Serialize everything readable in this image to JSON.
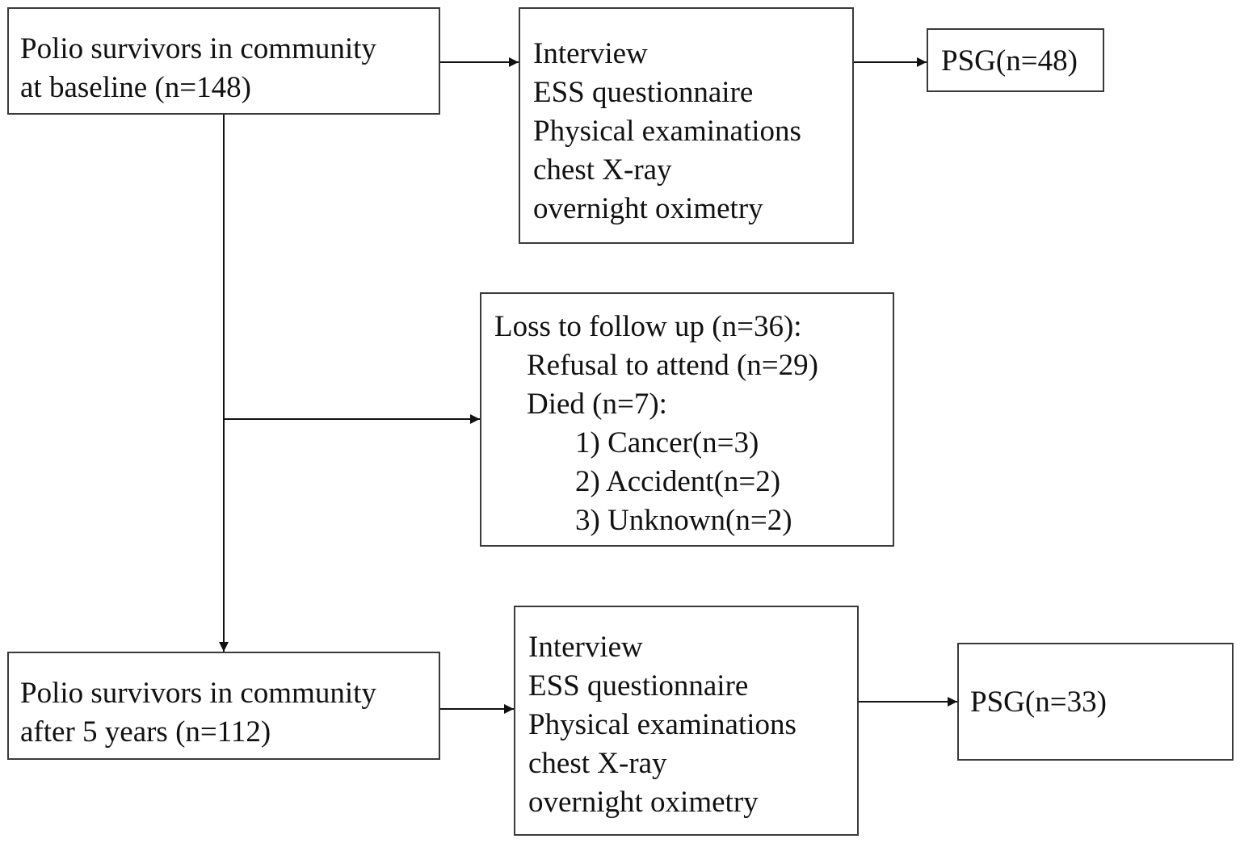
{
  "diagram": {
    "baseline_box": {
      "lines": [
        "Polio survivors in community",
        "at baseline (n=148)"
      ]
    },
    "exams_baseline_box": {
      "lines": [
        "Interview",
        "ESS questionnaire",
        "Physical examinations",
        "chest X-ray",
        "overnight oximetry"
      ]
    },
    "psg_baseline_box": {
      "label": "PSG(n=48)"
    },
    "loss_box": {
      "heading": "Loss to follow up (n=36):",
      "refusal": "Refusal to attend (n=29)",
      "died": "Died (n=7):",
      "causes": [
        "1) Cancer(n=3)",
        "2) Accident(n=2)",
        "3) Unknown(n=2)"
      ]
    },
    "followup_box": {
      "lines": [
        "Polio survivors in community",
        "after 5 years (n=112)"
      ]
    },
    "exams_followup_box": {
      "lines": [
        "Interview",
        "ESS questionnaire",
        "Physical examinations",
        "chest X-ray",
        "overnight oximetry"
      ]
    },
    "psg_followup_box": {
      "label": "PSG(n=33)"
    }
  },
  "colors": {
    "line": "#111111",
    "border": "#3a3a3a",
    "text": "#111111",
    "background": "#ffffff"
  }
}
